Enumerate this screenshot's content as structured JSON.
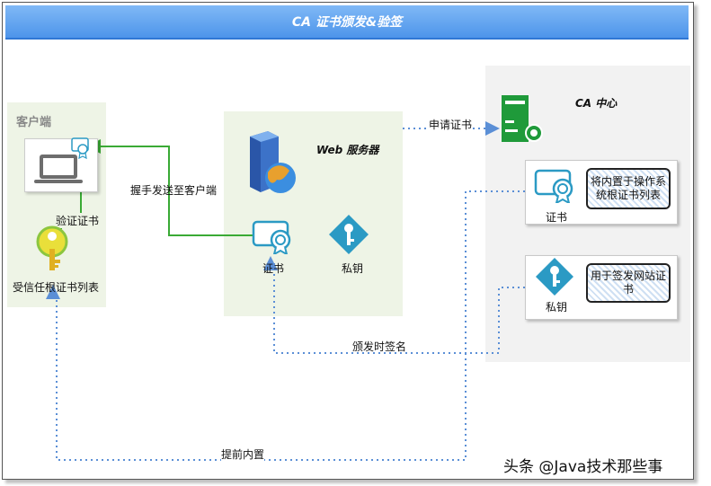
{
  "title": "CA 证书颁发&验签",
  "client": {
    "zone_label": "客户端",
    "verify_label": "验证证书",
    "trusted_list_label": "受信任根证书列表"
  },
  "server": {
    "zone_label": "Web 服务器",
    "cert_label": "证书",
    "key_label": "私钥"
  },
  "ca": {
    "zone_label": "CA 中心",
    "cert_label": "证书",
    "cert_box_text": "将内置于操作系统根证书列表",
    "key_label": "私钥",
    "key_box_text": "用于签发网站证书"
  },
  "edges": {
    "apply_cert": "申请证书",
    "handshake": "握手发送至客户端",
    "sign": "颁发时签名",
    "preinstall": "提前内置"
  },
  "watermark": "头条 @Java技术那些事",
  "colors": {
    "title_bar": "#4d94ea",
    "zone_green": "#eef4e6",
    "zone_gray": "#f2f2f2",
    "green_line": "#3aaa35",
    "dotted_blue": "#5b8fd6",
    "teal_icon": "#2b9ac4",
    "ca_server_green": "#1f9a3a"
  }
}
